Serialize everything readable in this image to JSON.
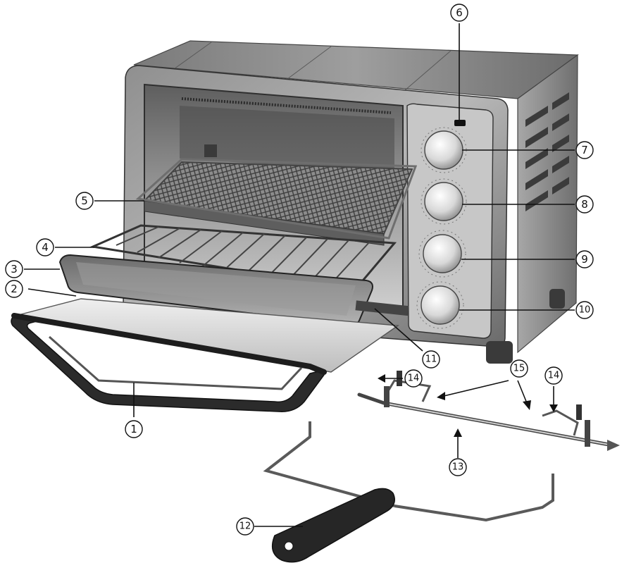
{
  "callouts": {
    "c1": "1",
    "c2": "2",
    "c3": "3",
    "c4": "4",
    "c5": "5",
    "c6": "6",
    "c7": "7",
    "c8": "8",
    "c9": "9",
    "c10": "10",
    "c11": "11",
    "c12": "12",
    "c13": "13",
    "c14a": "14",
    "c14b": "14",
    "c15": "15"
  },
  "colors": {
    "steel_dark": "#6d6d6d",
    "steel_mid": "#a9a9a9",
    "steel_light": "#d9d9d9",
    "handle_black": "#2a2a2a",
    "ink": "#111111"
  }
}
